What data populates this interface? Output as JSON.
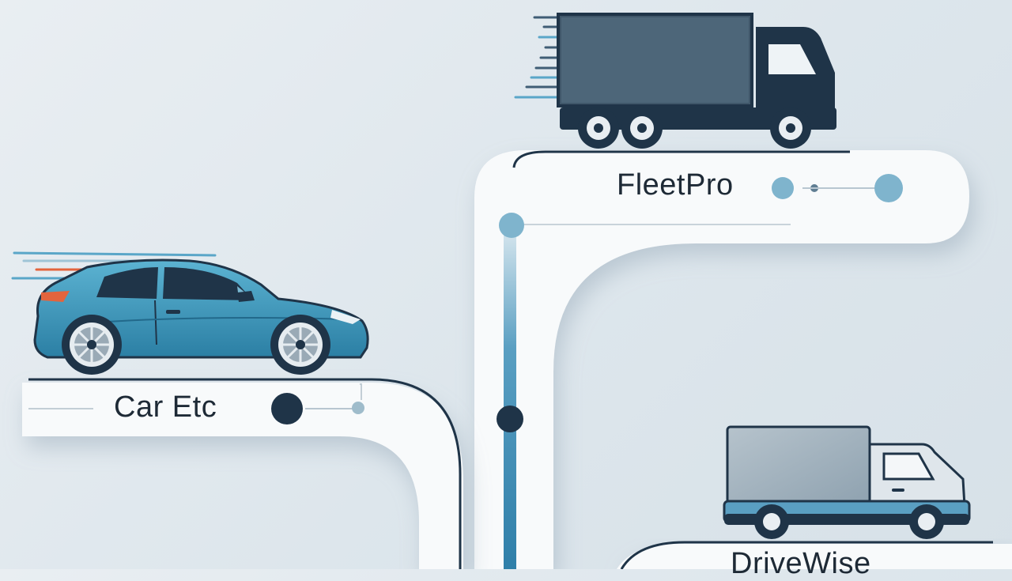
{
  "labels": {
    "fleetpro": "FleetPro",
    "car_etc": "Car Etc",
    "drivewise": "DriveWise"
  },
  "icons": [
    "truck-icon",
    "car-icon",
    "van-icon"
  ],
  "colors": {
    "background": "#e3eaef",
    "panel": "#f8fafb",
    "navy": "#1f3448",
    "steel": "#3f5d75",
    "light_blue": "#78b2cc",
    "accent_blue": "#3f8db3",
    "car_blue": "#3b93b5"
  }
}
